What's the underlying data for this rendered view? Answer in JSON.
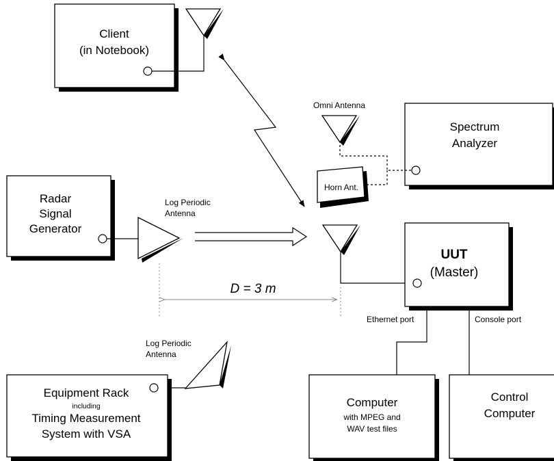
{
  "client": {
    "line1": "Client",
    "line2": "(in Notebook)"
  },
  "spectrum_analyzer": {
    "line1": "Spectrum",
    "line2": "Analyzer"
  },
  "omni_antenna_label": "Omni Antenna",
  "horn_antenna_label": "Horn Ant.",
  "radar_generator": {
    "line1": "Radar",
    "line2": "Signal",
    "line3": "Generator"
  },
  "log_periodic_top": {
    "line1": "Log Periodic",
    "line2": "Antenna"
  },
  "log_periodic_bottom": {
    "line1": "Log Periodic",
    "line2": "Antenna"
  },
  "uut": {
    "line1": "UUT",
    "line2": "(Master)"
  },
  "distance_label": "D = 3 m",
  "ethernet_port_label": "Ethernet port",
  "console_port_label": "Console port",
  "equipment_rack": {
    "line1": "Equipment Rack",
    "line2": "including",
    "line3": "Timing Measurement",
    "line4": "System with VSA"
  },
  "computer": {
    "line1": "Computer",
    "line2": "with MPEG and",
    "line3": "WAV test files"
  },
  "control_computer": {
    "line1": "Control",
    "line2": "Computer"
  }
}
